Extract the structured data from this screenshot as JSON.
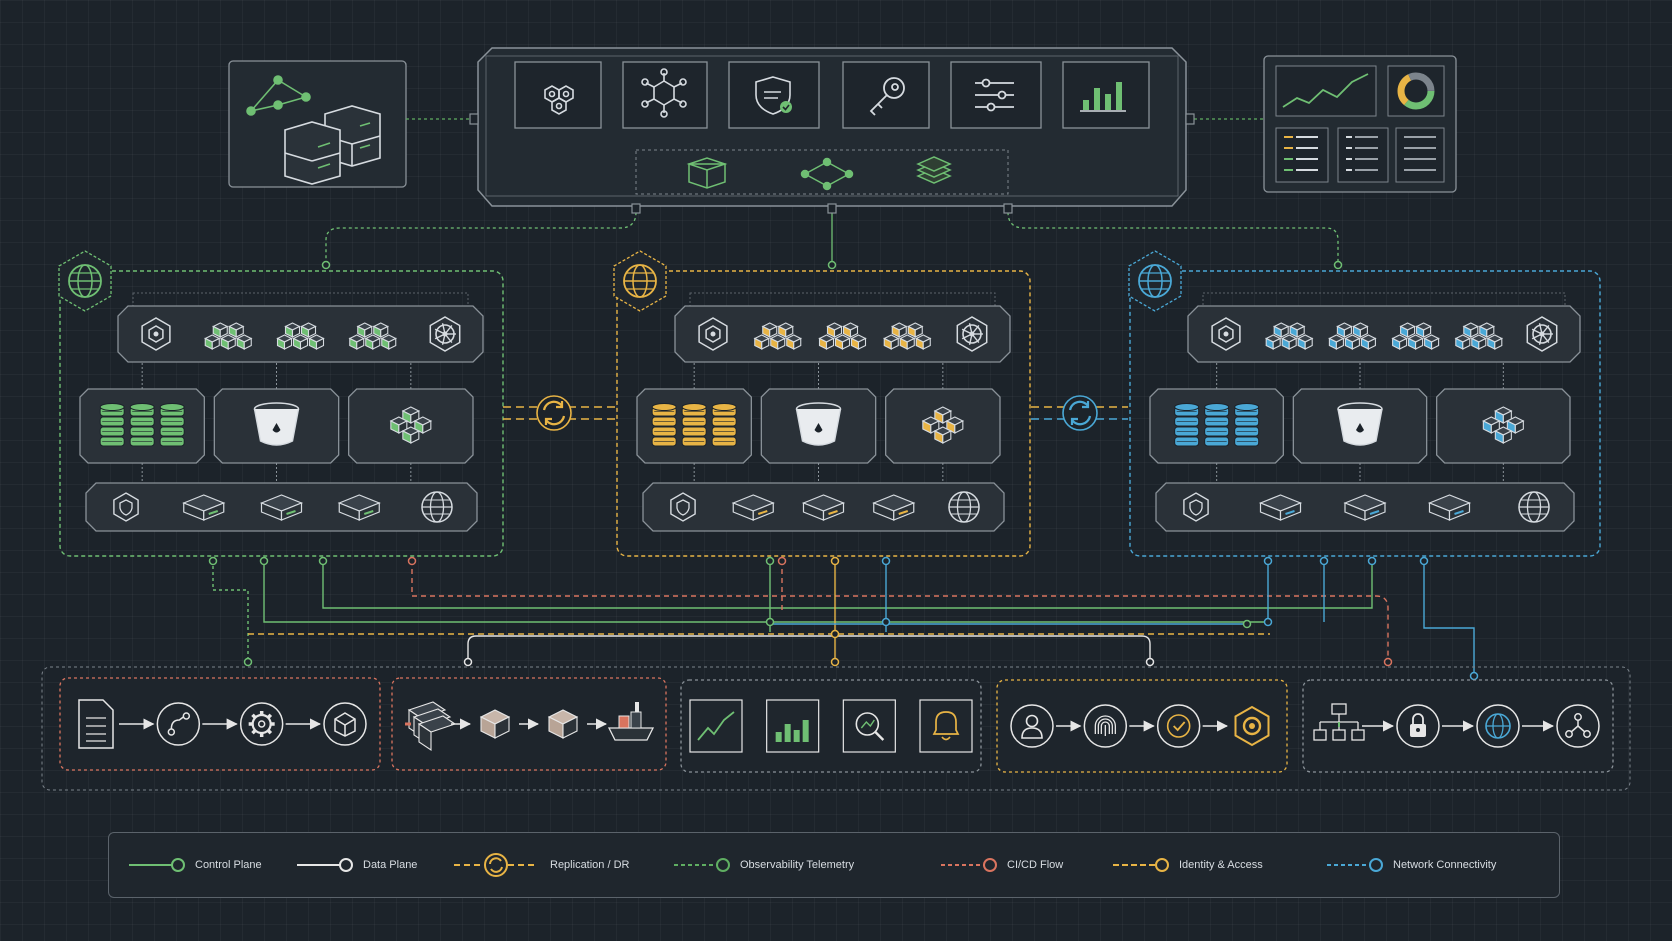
{
  "colors": {
    "background": "#1c232a",
    "control_plane": "#6fbf73",
    "data_plane": "#e6e6e6",
    "replication": "#e8b445",
    "observability": "#5fae62",
    "cicd": "#d9745f",
    "identity": "#e8b445",
    "network": "#4aa8d6",
    "gray_border": "#7c848c"
  },
  "legend": {
    "items": [
      {
        "label": "Control Plane",
        "color": "#6fbf73",
        "style": "solid-circle"
      },
      {
        "label": "Data Plane",
        "color": "#e6e6e6",
        "style": "solid-circle"
      },
      {
        "label": "Replication / DR",
        "color": "#e8b445",
        "style": "dashed-sync"
      },
      {
        "label": "Observability Telemetry",
        "color": "#5fae62",
        "style": "dashed-circle"
      },
      {
        "label": "CI/CD Flow",
        "color": "#d9745f",
        "style": "dashed-circle"
      },
      {
        "label": "Identity & Access",
        "color": "#e8b445",
        "style": "dashed-circle"
      },
      {
        "label": "Network Connectivity",
        "color": "#4aa8d6",
        "style": "dashed-circle"
      }
    ]
  },
  "control_plane": {
    "top_icons": [
      "kubernetes-cluster-icon",
      "network-mesh-icon",
      "security-shield-icon",
      "key-icon",
      "settings-sliders-icon",
      "bar-chart-icon"
    ],
    "sub_icons": [
      "cube-icon",
      "node-graph-icon",
      "layers-icon"
    ]
  },
  "regions": [
    {
      "accent": "#6fbf73",
      "cluster_icons": [
        "kubernetes-cluster-icon",
        "cube-group-icon",
        "cube-group-icon",
        "cube-group-icon",
        "helm-wheel-icon"
      ],
      "storage": [
        "database-icon",
        "object-bucket-icon",
        "cube-cluster-icon"
      ],
      "network": [
        "shield-icon",
        "server-icon",
        "server-icon",
        "server-icon",
        "globe-icon"
      ]
    },
    {
      "accent": "#e8b445",
      "cluster_icons": [
        "kubernetes-cluster-icon",
        "cube-group-icon",
        "cube-group-icon",
        "cube-group-icon",
        "helm-wheel-icon"
      ],
      "storage": [
        "database-icon",
        "object-bucket-icon",
        "cube-cluster-icon"
      ],
      "network": [
        "shield-icon",
        "server-icon",
        "server-icon",
        "server-icon",
        "globe-icon"
      ]
    },
    {
      "accent": "#4aa8d6",
      "cluster_icons": [
        "kubernetes-cluster-icon",
        "cube-group-icon",
        "cube-group-icon",
        "cube-group-icon",
        "cube-group-icon",
        "helm-wheel-icon"
      ],
      "storage": [
        "database-icon",
        "object-bucket-icon",
        "cube-cluster-icon"
      ],
      "network": [
        "shield-icon",
        "server-icon",
        "server-icon",
        "server-icon",
        "globe-icon"
      ]
    }
  ],
  "pipelines": [
    {
      "name": "cicd-pipeline",
      "color": "#d9745f",
      "icons": [
        "document-icon",
        "git-branch-icon",
        "gear-icon",
        "package-icon"
      ]
    },
    {
      "name": "build-ship-pipeline",
      "color": "#d9745f",
      "icons": [
        "container-stack-icon",
        "artifact-box-icon",
        "artifact-box-icon",
        "ship-icon"
      ]
    },
    {
      "name": "observability-panel",
      "color": "#8a9299",
      "icons": [
        "line-chart-icon",
        "bar-chart-icon",
        "search-analytics-icon",
        "alert-bell-icon"
      ]
    },
    {
      "name": "identity-flow",
      "color": "#e8b445",
      "icons": [
        "user-icon",
        "fingerprint-icon",
        "check-circle-icon",
        "security-badge-icon"
      ]
    },
    {
      "name": "network-flow",
      "color": "#8a9299",
      "icons": [
        "hierarchy-icon",
        "lock-icon",
        "globe-icon",
        "share-nodes-icon"
      ]
    }
  ]
}
